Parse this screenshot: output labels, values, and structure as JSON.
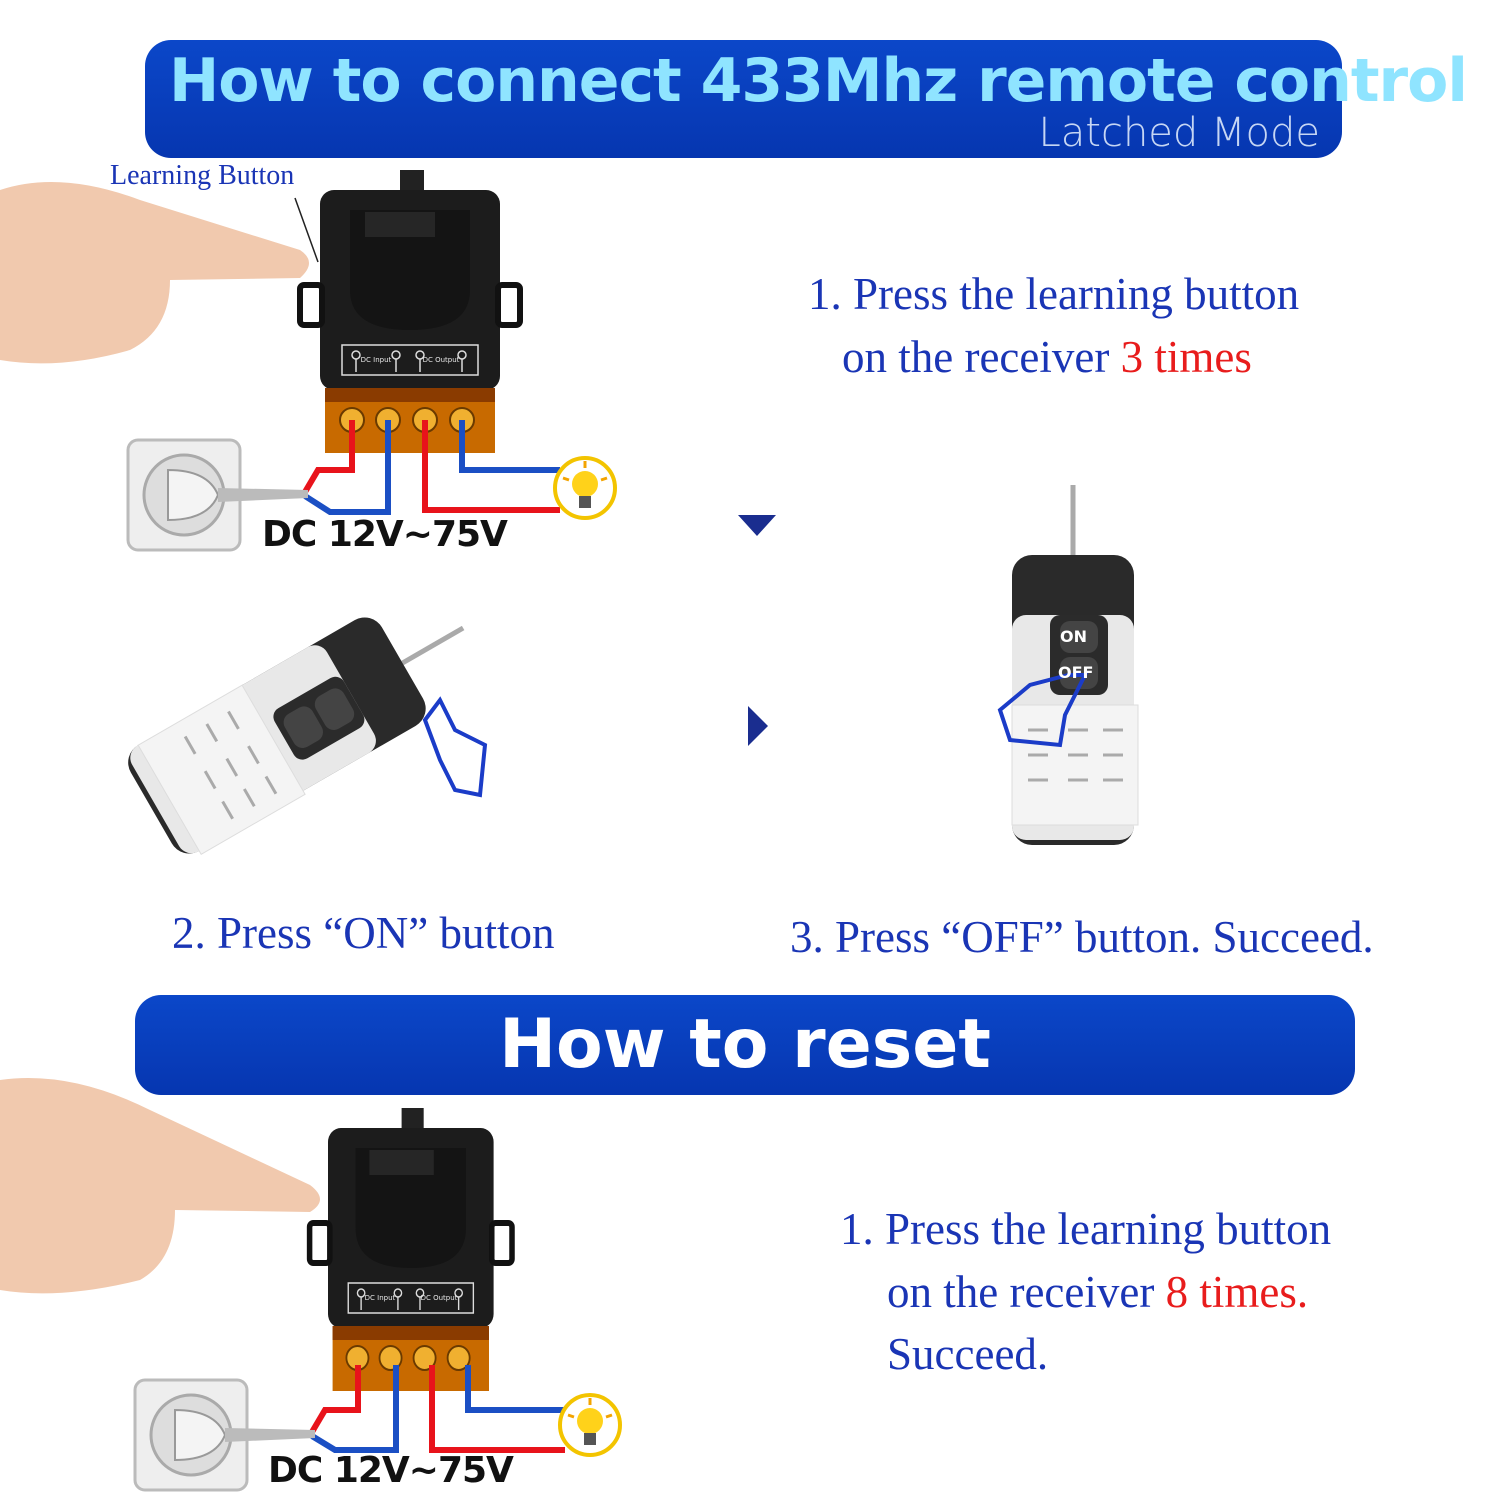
{
  "connect_banner": {
    "title": "How to connect 433Mhz remote control",
    "subtitle": "Latched Mode"
  },
  "learning_button_label": "Learning Button",
  "receiver": {
    "terminal_labels": [
      "DC Input",
      "DC Output"
    ],
    "voltage": "DC 12V~75V"
  },
  "steps": {
    "step1": {
      "line1": "1. Press the learning button",
      "line2_prefix": "on the receiver ",
      "line2_highlight": "3 times"
    },
    "step2": "2. Press “ON” button",
    "step3": "3. Press “OFF” button. Succeed."
  },
  "remote": {
    "on_label": "ON",
    "off_label": "OFF"
  },
  "reset_banner": {
    "title": "How to reset"
  },
  "reset_step": {
    "line1": "1. Press the learning button",
    "line2_prefix": "on the receiver ",
    "line2_highlight": "8 times.",
    "line3": "Succeed."
  },
  "colors": {
    "banner": "#0a3fc0",
    "title_text": "#8fe4ff",
    "step_text": "#1a35b5",
    "highlight": "#e81c1c",
    "wire_positive": "#e8131b",
    "wire_negative": "#1b4fc4",
    "terminal": "#e8a21a"
  },
  "icons": [
    "pointing-hand-icon",
    "receiver-module",
    "wall-socket-icon",
    "light-bulb-icon",
    "remote-control",
    "press-finger-icon",
    "arrow-down-icon",
    "arrow-right-icon"
  ]
}
